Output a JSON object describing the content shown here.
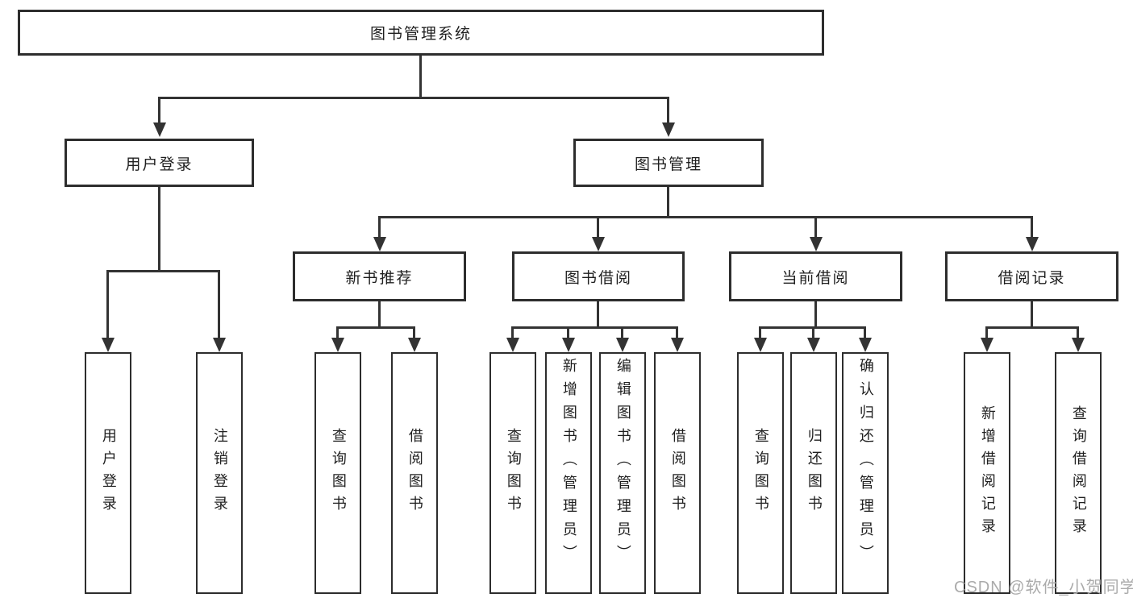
{
  "root": {
    "label": "图书管理系统"
  },
  "branches": [
    {
      "label": "用户登录",
      "leaves": [
        {
          "label": "用户登录"
        },
        {
          "label": "注销登录"
        }
      ]
    },
    {
      "label": "图书管理",
      "groups": [
        {
          "label": "新书推荐",
          "leaves": [
            {
              "label": "查询图书"
            },
            {
              "label": "借阅图书"
            }
          ]
        },
        {
          "label": "图书借阅",
          "leaves": [
            {
              "label": "查询图书"
            },
            {
              "label": "新增图书（管理员）"
            },
            {
              "label": "编辑图书（管理员）"
            },
            {
              "label": "借阅图书"
            }
          ]
        },
        {
          "label": "当前借阅",
          "leaves": [
            {
              "label": "查询图书"
            },
            {
              "label": "归还图书"
            },
            {
              "label": "确认归还（管理员）"
            }
          ]
        },
        {
          "label": "借阅记录",
          "leaves": [
            {
              "label": "新增借阅记录"
            },
            {
              "label": "查询借阅记录"
            }
          ]
        }
      ]
    }
  ],
  "watermark": {
    "text": "CSDN @软件_小贺同学"
  },
  "colors": {
    "line": "#333333",
    "border": "#2d2d2d",
    "text": "#1f1f1f",
    "watermark": "#ababab",
    "background": "#ffffff"
  }
}
